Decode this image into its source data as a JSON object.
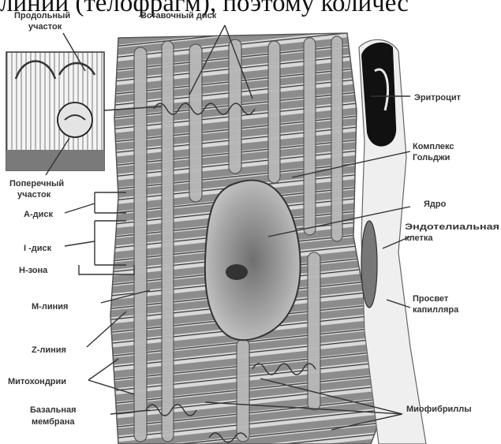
{
  "header_text": "линий (телофрагм), поэтому количес",
  "colors": {
    "background": "#ffffff",
    "tissue_light": "#dcdcdc",
    "tissue_mid": "#9a9a9a",
    "tissue_dark": "#3a3a3a",
    "label_text": "#333333",
    "erythrocyte": "#111111"
  },
  "labels": {
    "longitudinal_1": "Продольный",
    "longitudinal_2": "участок",
    "intercalated_disc": "Вставочный диск",
    "transverse_1": "Поперечный",
    "transverse_2": "участок",
    "a_disc": "А-диск",
    "i_disc": "I -диск",
    "h_zone": "Н-зона",
    "m_line": "М-линия",
    "z_line": "Z-линия",
    "mitochondria": "Митохондрии",
    "basal_1": "Базальная",
    "basal_2": "мембрана",
    "erythrocyte": "Эритроцит",
    "golgi_1": "Комплекс",
    "golgi_2": "Гольджи",
    "nucleus": "Ядро",
    "endothelial_1": "Эндотелиальная",
    "endothelial_2": "клетка",
    "capillary_1": "Просвет",
    "capillary_2": "капилляра",
    "myofibrils": "Миофибриллы"
  }
}
